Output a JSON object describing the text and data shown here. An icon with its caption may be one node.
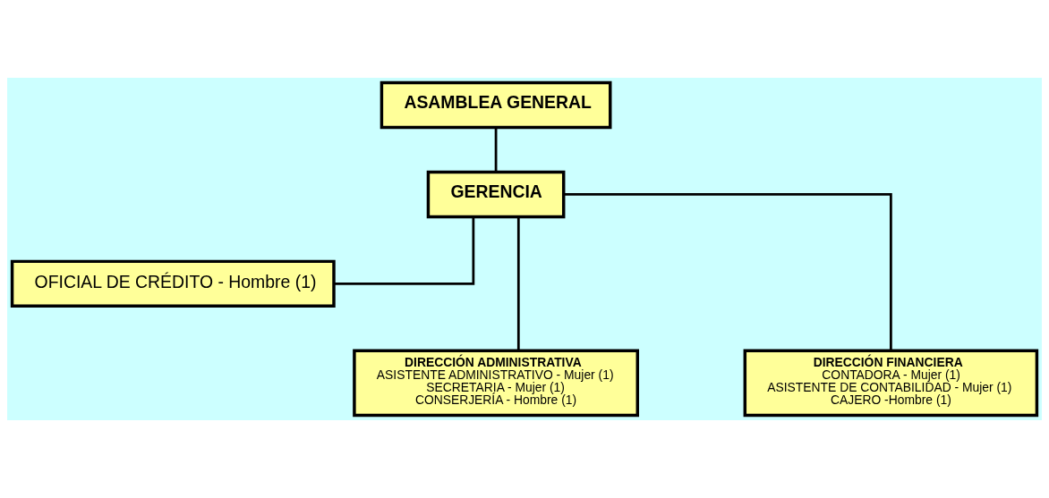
{
  "diagram": {
    "nodes": [
      {
        "text": [
          "ASAMBLEA GENERAL"
        ]
      },
      {
        "text": [
          "GERENCIA"
        ]
      },
      {
        "text": [
          "OFICIAL DE CRÉDITO - Hombre (1)"
        ]
      },
      {
        "text": [
          "DIRECCIÓN ADMINISTRATIVA",
          "ASISTENTE ADMINISTRATIVO - Mujer (1)",
          "SECRETARIA - Mujer (1)",
          "CONSERJERÍA - Hombre (1)"
        ]
      },
      {
        "text": [
          "DIRECCIÓN FINANCIERA",
          "CONTADORA - Mujer (1)",
          "ASISTENTE DE CONTABILIDAD - Mujer (1)",
          "CAJERO -Hombre (1)"
        ]
      }
    ],
    "edges": [
      {
        "from": 0,
        "to": 1,
        "arrow": "none"
      },
      {
        "from": 1,
        "to": 2,
        "arrow": "none"
      },
      {
        "from": 1,
        "to": 3,
        "arrow": "none"
      },
      {
        "from": 1,
        "to": 4,
        "arrow": "none"
      }
    ]
  }
}
